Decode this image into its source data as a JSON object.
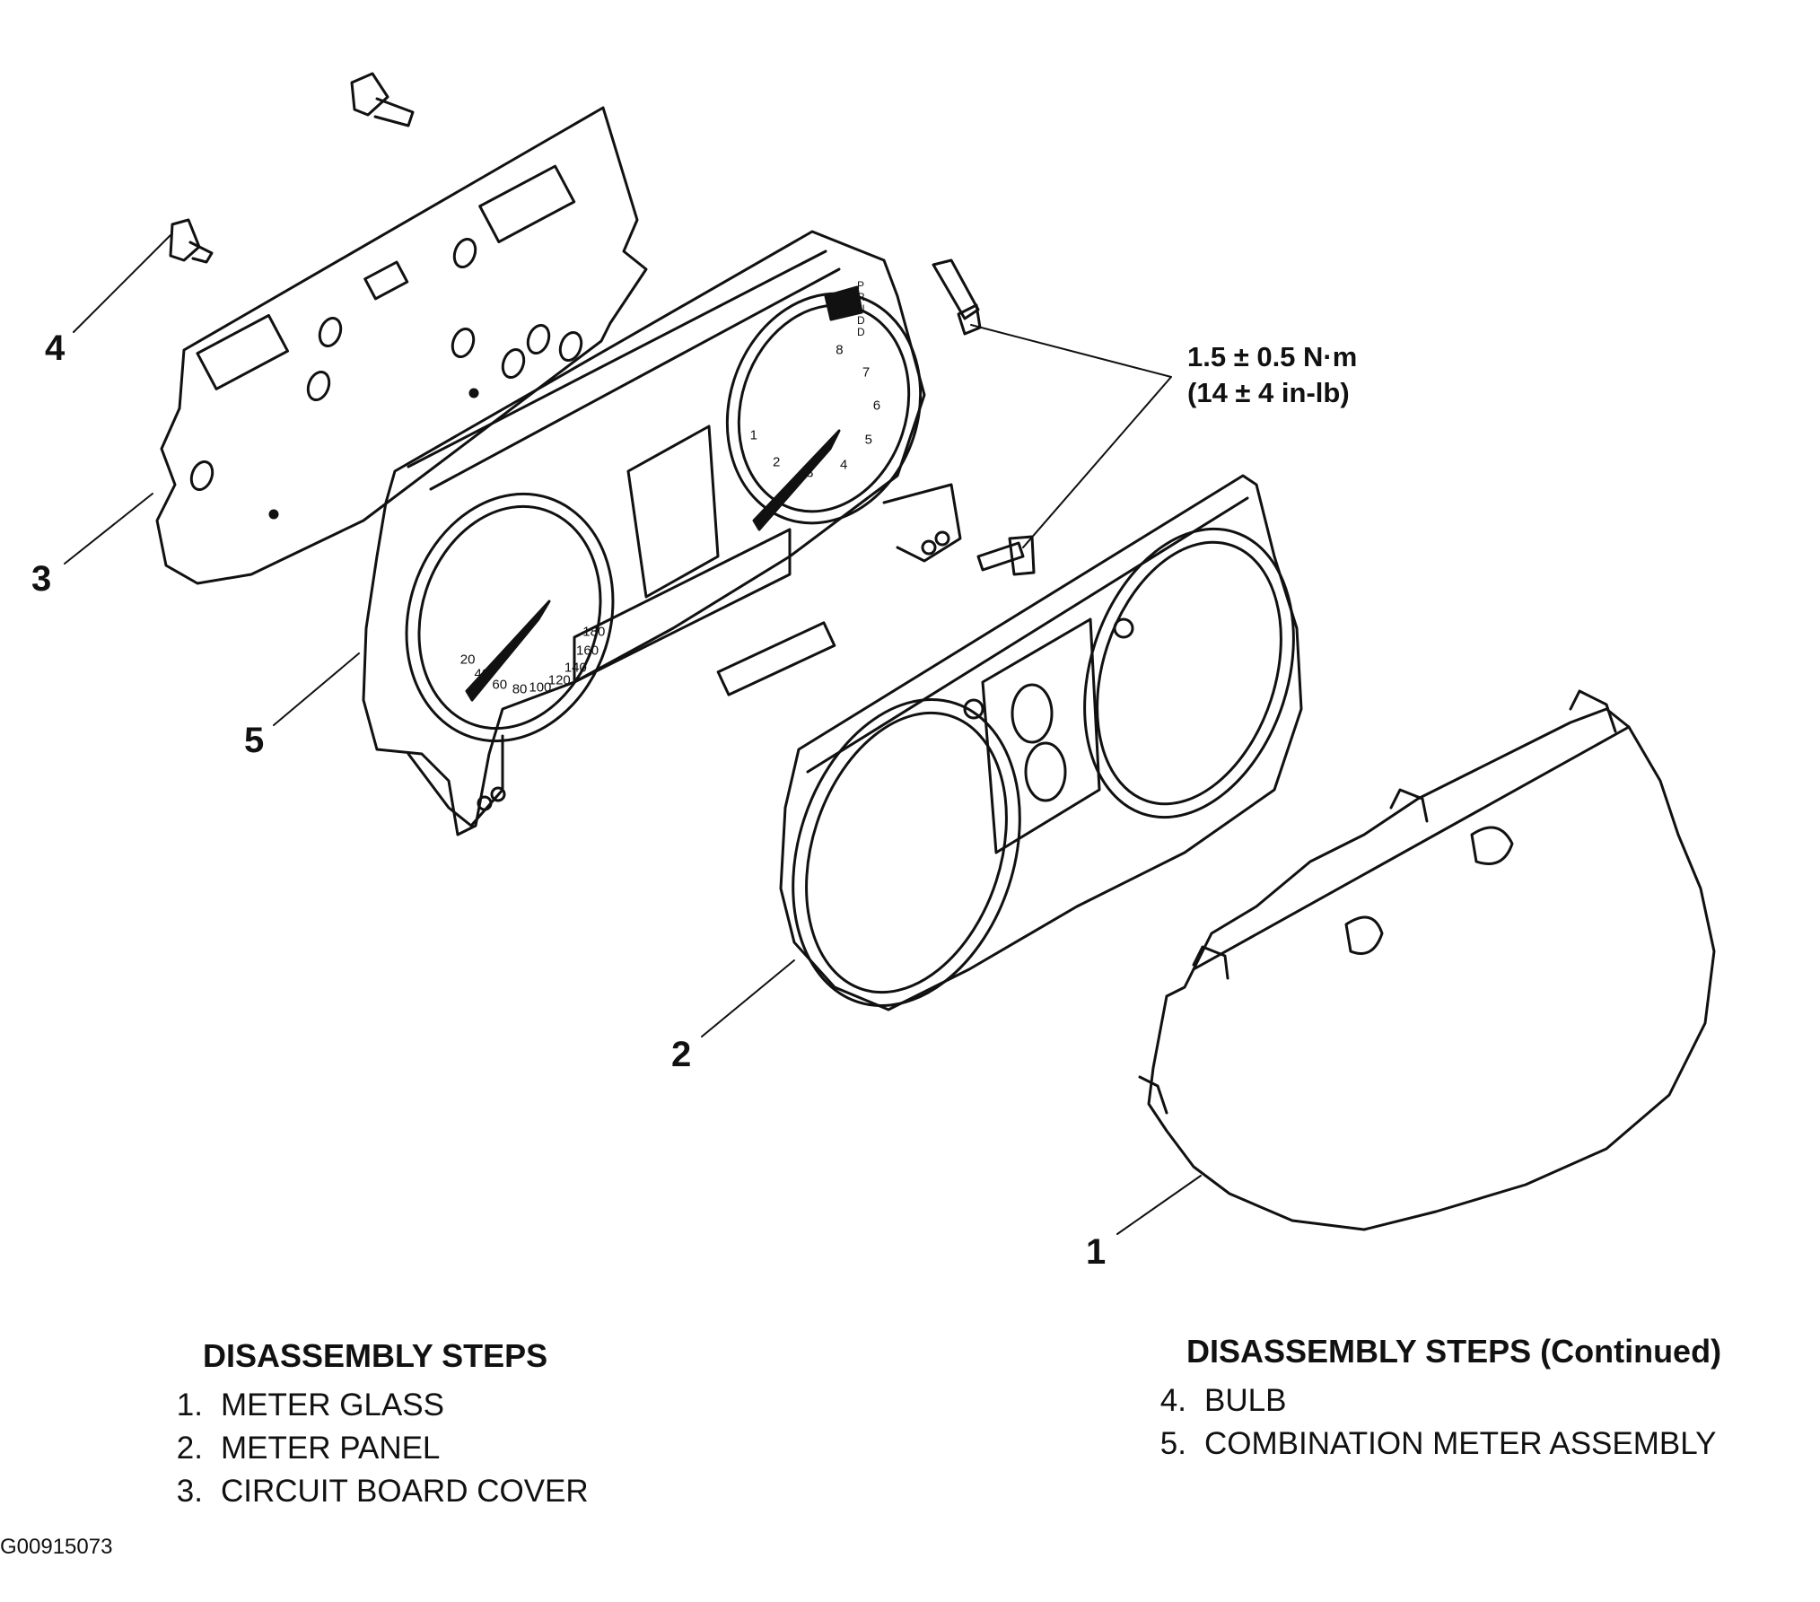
{
  "callouts": {
    "c1": "1",
    "c2": "2",
    "c3": "3",
    "c4": "4",
    "c5": "5"
  },
  "torque": {
    "line1": "1.5 ± 0.5 N·m",
    "line2": "(14 ± 4 in-lb)"
  },
  "steps_left": {
    "heading": "DISASSEMBLY STEPS",
    "items": [
      {
        "num": "1.",
        "label": "METER GLASS"
      },
      {
        "num": "2.",
        "label": "METER PANEL"
      },
      {
        "num": "3.",
        "label": "CIRCUIT BOARD COVER"
      }
    ]
  },
  "steps_right": {
    "heading": "DISASSEMBLY STEPS (Continued)",
    "items": [
      {
        "num": "4.",
        "label": "BULB"
      },
      {
        "num": "5.",
        "label": "COMBINATION METER ASSEMBLY"
      }
    ]
  },
  "speedo_ticks": [
    "20",
    "40",
    "60",
    "80",
    "100",
    "120",
    "140",
    "160",
    "180"
  ],
  "tacho_ticks": [
    "1",
    "2",
    "3",
    "4",
    "5",
    "6",
    "7",
    "8"
  ],
  "gear_letters": "PRNDD",
  "figure_id": "G00915073"
}
